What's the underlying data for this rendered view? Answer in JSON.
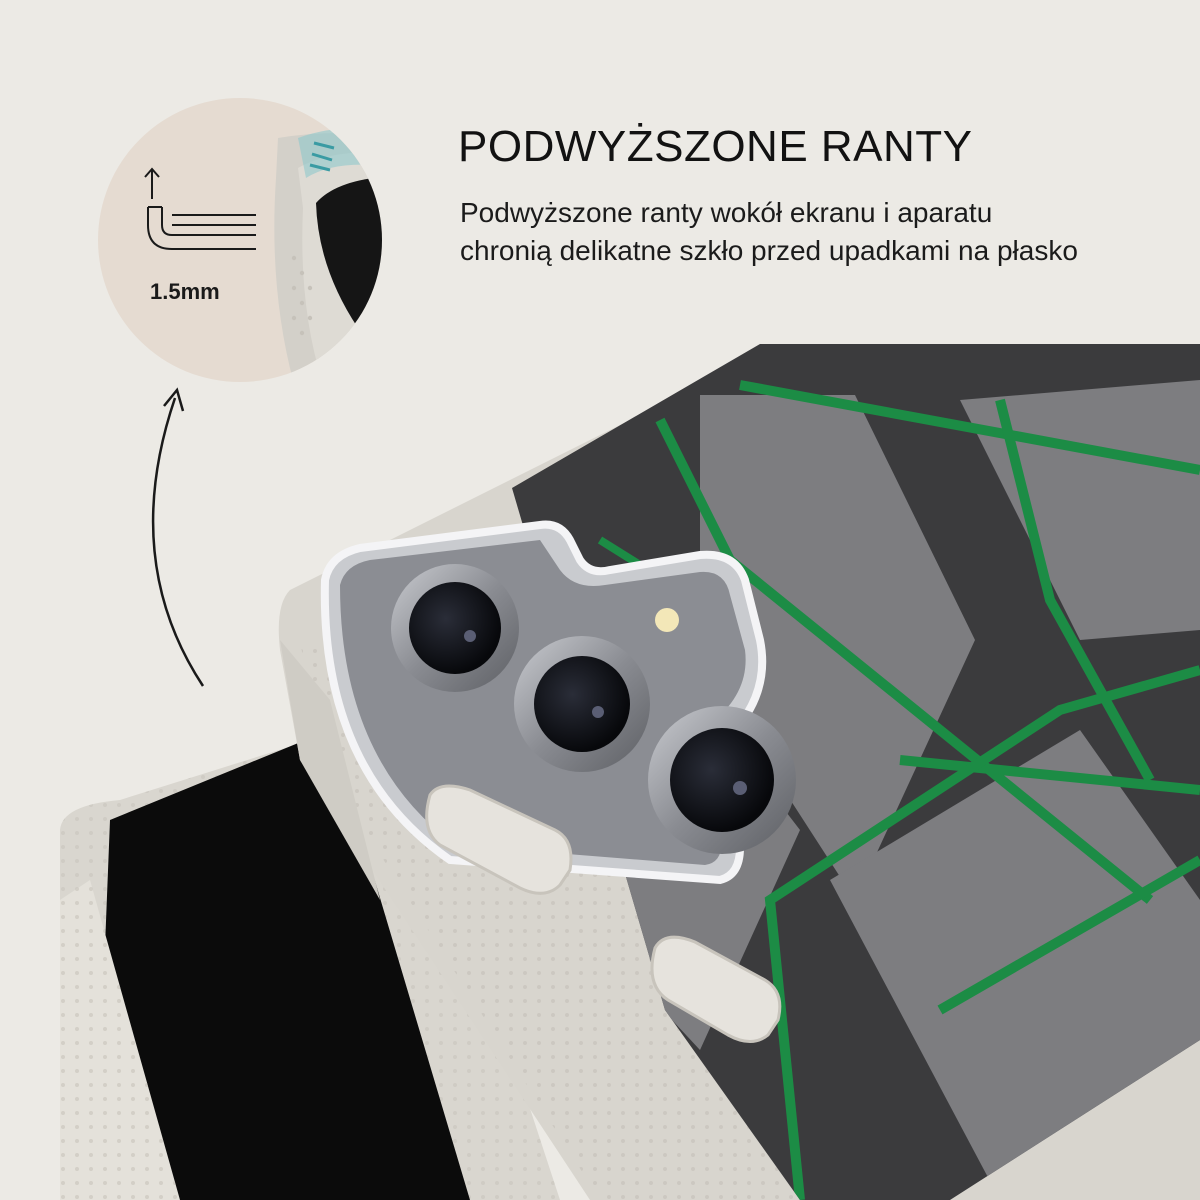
{
  "feature": {
    "title": "PODWYŻSZONE RANTY",
    "description_lines": [
      "Podwyższone ranty wokół ekranu i aparatu",
      "chronią delikatne szkło przed upadkami na płasko"
    ]
  },
  "zoom_callout": {
    "dimension_label": "1.5mm",
    "icon": "raised-edge-icon"
  },
  "colors": {
    "background": "#eceae5",
    "case": "#dddad4",
    "pattern_green": "#1c8c45",
    "pattern_dark": "#3b3b3d",
    "pattern_light": "#7d7d80"
  }
}
